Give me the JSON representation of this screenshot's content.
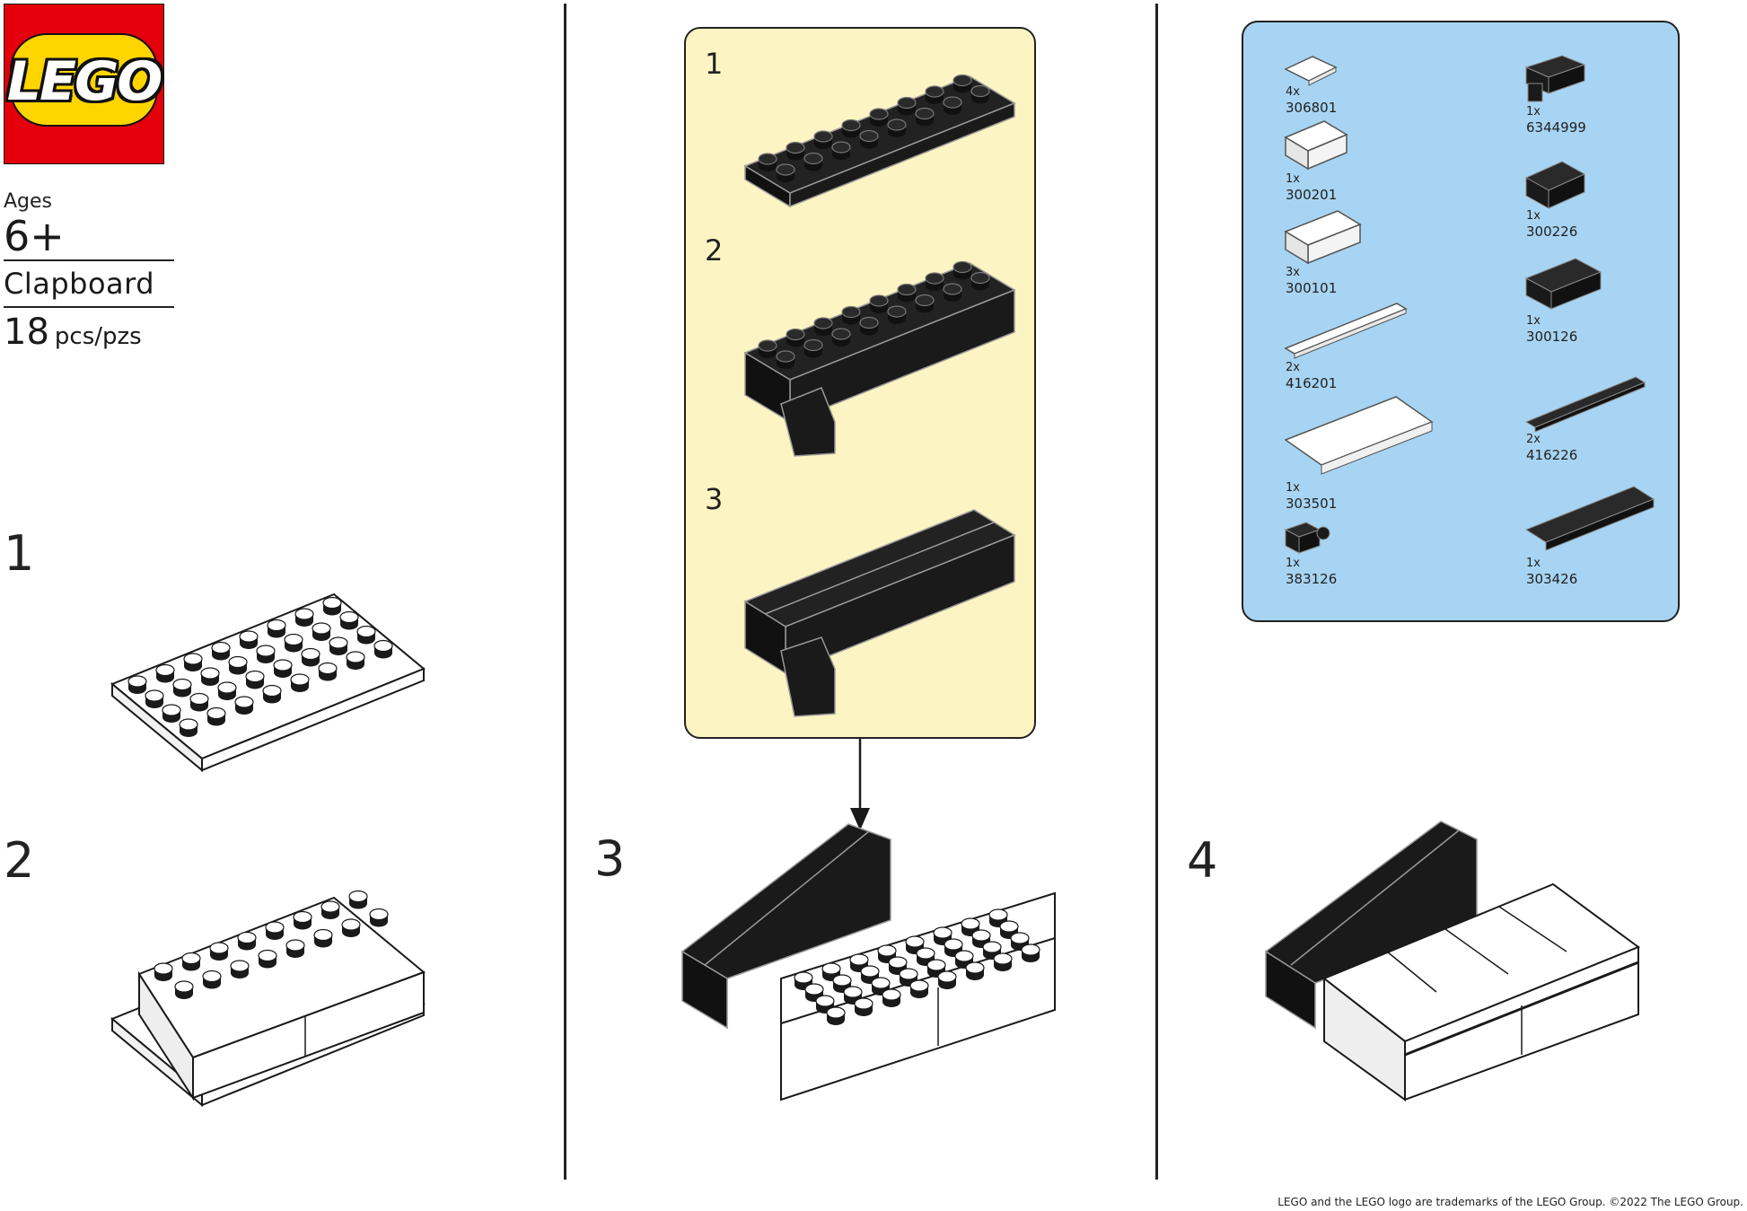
{
  "brand": {
    "logo_text": "LEGO",
    "red": "#e3000b"
  },
  "set": {
    "ages_label": "Ages",
    "ages_value": "6+",
    "name": "Clapboard",
    "pieces_count": "18",
    "pieces_unit": "pcs/pzs"
  },
  "steps": {
    "left": [
      "1",
      "2"
    ],
    "middle": "3",
    "right": "4"
  },
  "subassembly": {
    "background": "#fdf4c3",
    "steps": [
      "1",
      "2",
      "3"
    ]
  },
  "parts": {
    "background": "#a7d4f2",
    "left_column": [
      {
        "qty": "4x",
        "element": "306801",
        "color": "white",
        "icon": "tile-2x2-icon"
      },
      {
        "qty": "1x",
        "element": "300201",
        "color": "white",
        "icon": "brick-2x3-icon"
      },
      {
        "qty": "3x",
        "element": "300101",
        "color": "white",
        "icon": "brick-2x4-icon"
      },
      {
        "qty": "2x",
        "element": "416201",
        "color": "white",
        "icon": "tile-1x8-icon"
      },
      {
        "qty": "1x",
        "element": "303501",
        "color": "white",
        "icon": "plate-4x8-icon"
      },
      {
        "qty": "1x",
        "element": "383126",
        "color": "black",
        "icon": "hinge-brick-icon"
      }
    ],
    "right_column": [
      {
        "qty": "1x",
        "element": "6344999",
        "color": "black",
        "icon": "hinge-top-icon"
      },
      {
        "qty": "1x",
        "element": "300226",
        "color": "black",
        "icon": "brick-2x3-icon"
      },
      {
        "qty": "1x",
        "element": "300126",
        "color": "black",
        "icon": "brick-2x4-icon"
      },
      {
        "qty": "2x",
        "element": "416226",
        "color": "black",
        "icon": "tile-1x8-icon"
      },
      {
        "qty": "1x",
        "element": "303426",
        "color": "black",
        "icon": "plate-2x8-icon"
      }
    ]
  },
  "footer": {
    "trademark": "LEGO and the LEGO logo are trademarks of the LEGO Group. ©2022 The LEGO Group."
  }
}
